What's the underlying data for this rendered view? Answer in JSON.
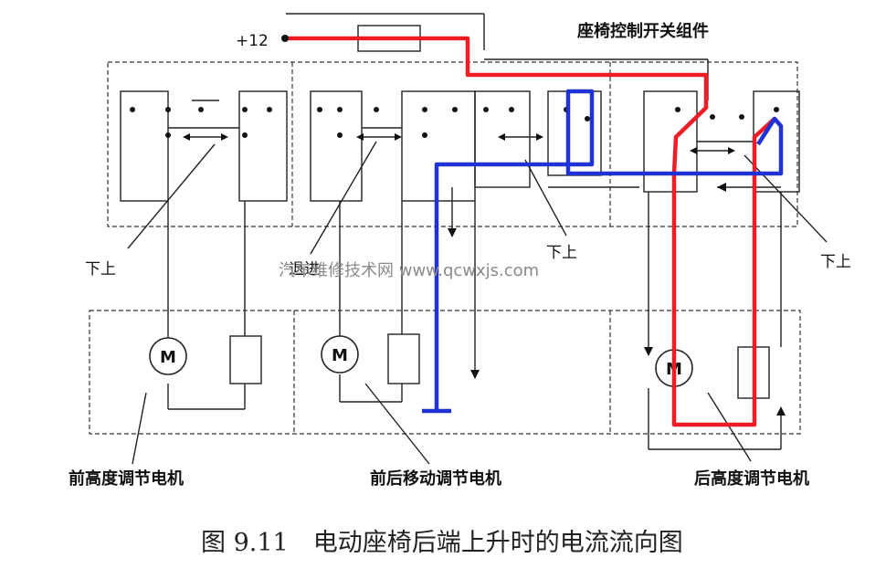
{
  "title": "座椅控制开关组件",
  "supply_label": "+12",
  "caption": "图 9.11　电动座椅后端上升时的电流流向图",
  "watermark": "汽车维修技术网 www.qcwxjs.com",
  "switch_labels": {
    "front_height": "下上",
    "fore_aft": "退进",
    "middle": "下上",
    "rear_height": "下上"
  },
  "motor_labels": {
    "front_height": "前高度调节电机",
    "fore_aft": "前后移动调节电机",
    "rear_height": "后高度调节电机"
  },
  "motor_symbol": "M",
  "colors": {
    "current_positive": "#ee1c24",
    "current_return": "#1f32d6",
    "wiring": "#222222"
  }
}
